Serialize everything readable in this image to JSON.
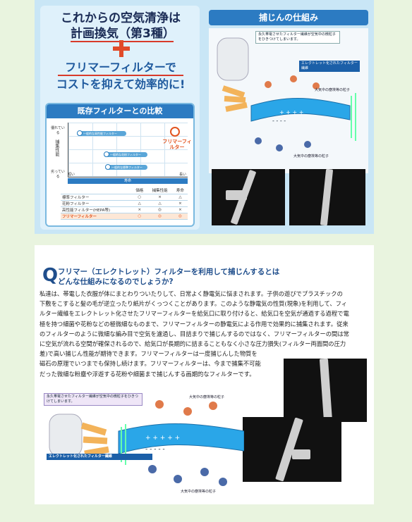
{
  "top_left": {
    "headline": [
      "これからの空気清浄は",
      "計画換気（第3種）",
      "フリマーフィルターで",
      "コストを抑えて効率的に!"
    ],
    "compare_title": "既存フィルターとの比較",
    "y_axis": {
      "label": "捕集性能",
      "high": "優れている",
      "low": "劣っている"
    },
    "x_axis": {
      "label": "寿命",
      "low": "短い",
      "high": "長い"
    },
    "pills": [
      "一般的な高性能フィルター",
      "一般的な花粉フィルター",
      "一般的な標準フィルター"
    ],
    "highlight": "フリマーフィルター",
    "table": {
      "headers": [
        "価格",
        "捕集性能",
        "寿命"
      ],
      "rows": [
        {
          "name": "標準フィルター",
          "values": [
            "○",
            "×",
            "△"
          ]
        },
        {
          "name": "花粉フィルター",
          "values": [
            "△",
            "△",
            "×"
          ]
        },
        {
          "name": "高性能フィルター(HEPA等)",
          "values": [
            "×",
            "◎",
            "×"
          ]
        },
        {
          "name": "フリマーフィルター",
          "values": [
            "○",
            "◎",
            "◎"
          ]
        }
      ]
    }
  },
  "top_right": {
    "title": "捕じんの仕組み",
    "note": "永久帯電させたフィルター繊維が空気中の微粒子をひきつけてしまいます。",
    "electret": "エレクトレット化されたフィルター繊維",
    "dust": "大気中の塵埃等の粒子"
  },
  "bottom": {
    "q_mark": "Q",
    "question": [
      "フリマー（エレクトレット）フィルターを利用して捕じんするとは",
      "どんな仕組みになるのでしょうか?"
    ],
    "paragraph": [
      "私達は、帯電した衣服が体にまとわりついたりして、日常よく静電気に悩まされます。子供の遊びでプラスチックの",
      "下敷をこすると髪の毛が逆立ったり紙片がくっつくことがあります。このような静電気の性質(現象)を利用して、フィ",
      "ルター繊維をエレクトレット化させたフリマーフィルターを給気口に取り付けると、給気口を空気が通過する過程で電",
      "極を持つ細菌や花粉などの極微細なものまで、フリマーフィルターの静電気による作用で効果的に捕集されます。従来",
      "のフィルターのように微細な編み目で空気を濾過し、目詰まりで捕じんするのではなく、フリマーフィルターの間は常",
      "に空気が流れる空間が確保されるので、給気口が長期的に詰まることもなく小さな圧力損失(フィルター両面間の圧力",
      "差)で高い捕じん性能が期待できます。フリマーフィルターは一度捕じんした物質を",
      "磁石の原理でいつまでも保持し続けます。フリマーフィルターは、今まで捕集不可能",
      "だった微細な粉塵や浮遊する花粉や細菌まで捕じんする画期的なフィルターです。"
    ],
    "diagram": {
      "note": "永久帯電させたフィルター繊維が空気中の微粒子をひきつけてしまいます。",
      "electret": "エレクトレット化されたフィルター繊維",
      "dust": "大気中の塵埃等の粒子"
    }
  }
}
